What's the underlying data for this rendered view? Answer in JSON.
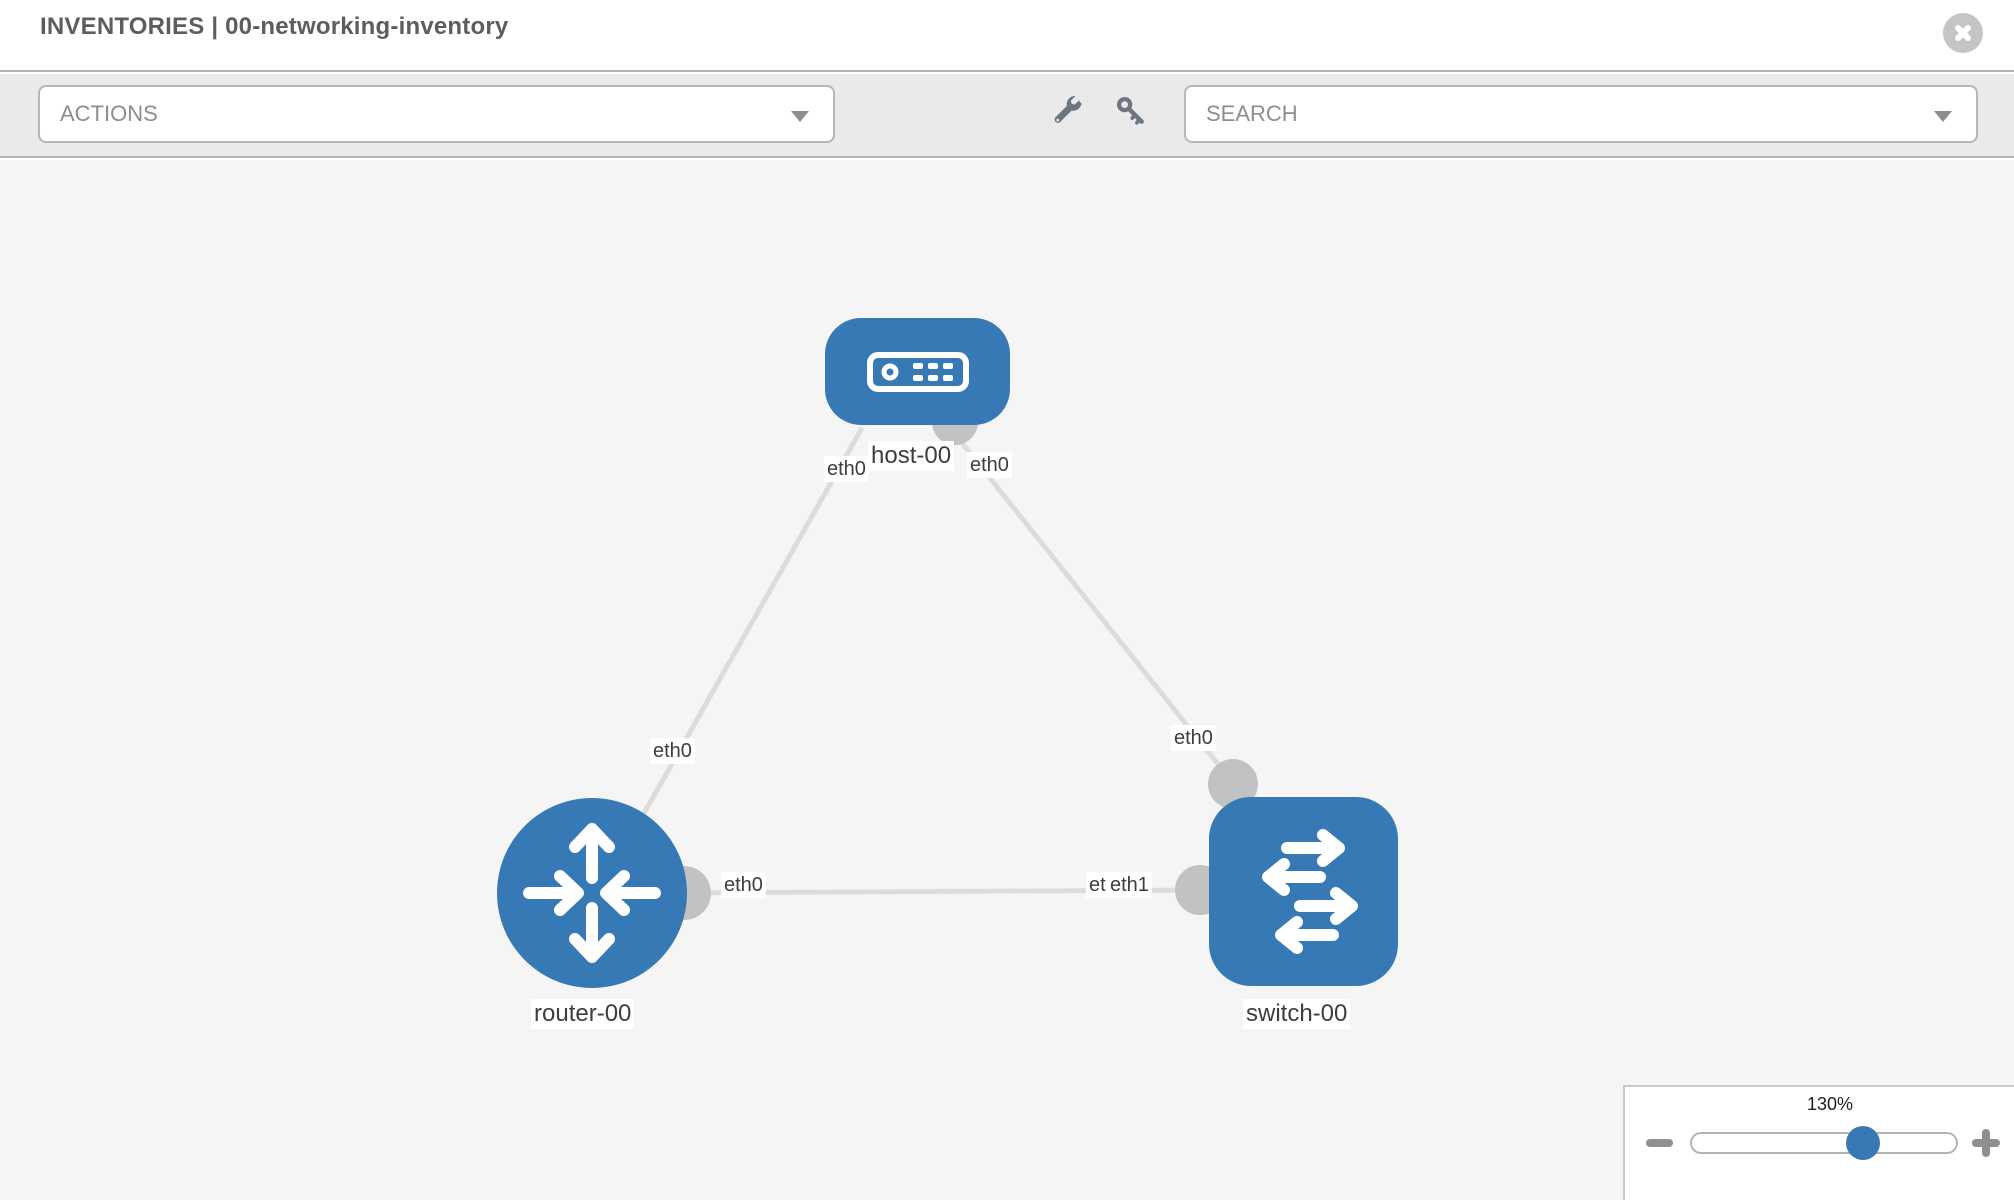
{
  "header": {
    "title": "INVENTORIES | 00-networking-inventory"
  },
  "toolbar": {
    "actions_label": "ACTIONS",
    "search_label": "SEARCH"
  },
  "icons": {
    "close": "circle-x",
    "wrench": "wrench",
    "key": "key",
    "dropdown_caret": "chevron-down",
    "zoom_out": "minus",
    "zoom_in": "plus"
  },
  "diagram": {
    "nodes": [
      {
        "id": "host-00",
        "label": "host-00",
        "type": "host"
      },
      {
        "id": "router-00",
        "label": "router-00",
        "type": "router"
      },
      {
        "id": "switch-00",
        "label": "switch-00",
        "type": "switch"
      }
    ],
    "links": [
      {
        "from": "host-00",
        "to": "router-00",
        "labels": {
          "at_host": "eth0",
          "at_router": "eth0"
        }
      },
      {
        "from": "host-00",
        "to": "switch-00",
        "labels": {
          "at_host": "eth0",
          "at_switch": "eth0"
        }
      },
      {
        "from": "router-00",
        "to": "switch-00",
        "labels": {
          "at_router": "eth0",
          "at_switch": "eth1",
          "at_switch_hidden": "eth1"
        }
      }
    ],
    "colors": {
      "node_blue": "#3779b5",
      "link_gray": "#dcdcdc",
      "port_gray": "#c2c2c2",
      "canvas_bg": "#f5f5f5"
    }
  },
  "zoom_panel": {
    "level": "130%"
  }
}
